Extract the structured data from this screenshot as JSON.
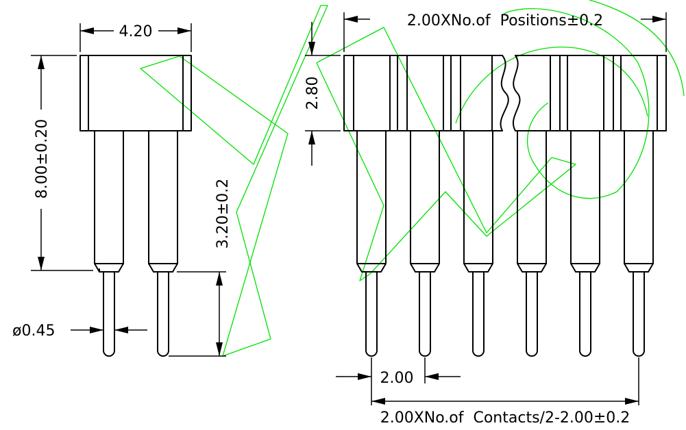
{
  "drawing": {
    "side_view": {
      "width_label": "4.20",
      "height_label": "8.00±0.20",
      "tail_label": "3.20±0.2",
      "diameter_label": "ø0.45"
    },
    "front_view": {
      "length_label": "2.00XNo.of  Positions±0.2",
      "body_height_label": "2.80",
      "pitch_label": "2.00",
      "pin_span_label": "2.00XNo.of  Contacts/2-2.00±0.2"
    },
    "colors": {
      "line": "#000000",
      "watermark": "#00e000",
      "background": "#ffffff"
    }
  }
}
